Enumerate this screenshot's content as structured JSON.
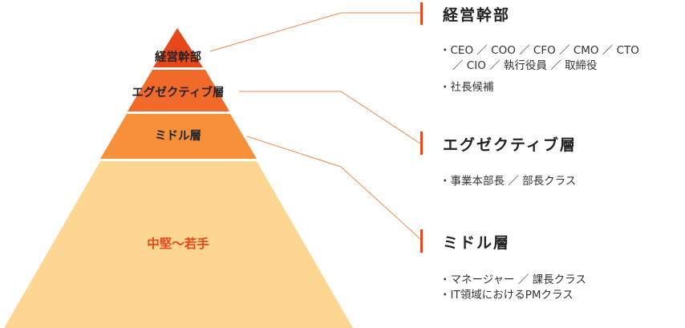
{
  "colors": {
    "top": "#e8471a",
    "exec": "#f26a2a",
    "middle": "#f7903a",
    "base": "#fdd791",
    "base_text": "#e8471a",
    "connector": "#f08a50",
    "bar": "#e8471a"
  },
  "pyramid": {
    "top_label": "経営幹部",
    "exec_label": "エグゼクティブ層",
    "middle_label": "ミドル層",
    "base_label": "中堅～若手"
  },
  "details": {
    "top": {
      "heading": "経営幹部",
      "items": [
        "・CEO ／ COO ／ CFO ／ CMO ／ CTO",
        "／ CIO ／ 執行役員 ／ 取締役",
        "・社長候補"
      ]
    },
    "exec": {
      "heading": "エグゼクティブ層",
      "items": [
        "・事業本部長 ／ 部長クラス"
      ]
    },
    "middle": {
      "heading": "ミドル層",
      "items": [
        "・マネージャー ／ 課長クラス",
        "・IT領域におけるPMクラス"
      ]
    }
  }
}
